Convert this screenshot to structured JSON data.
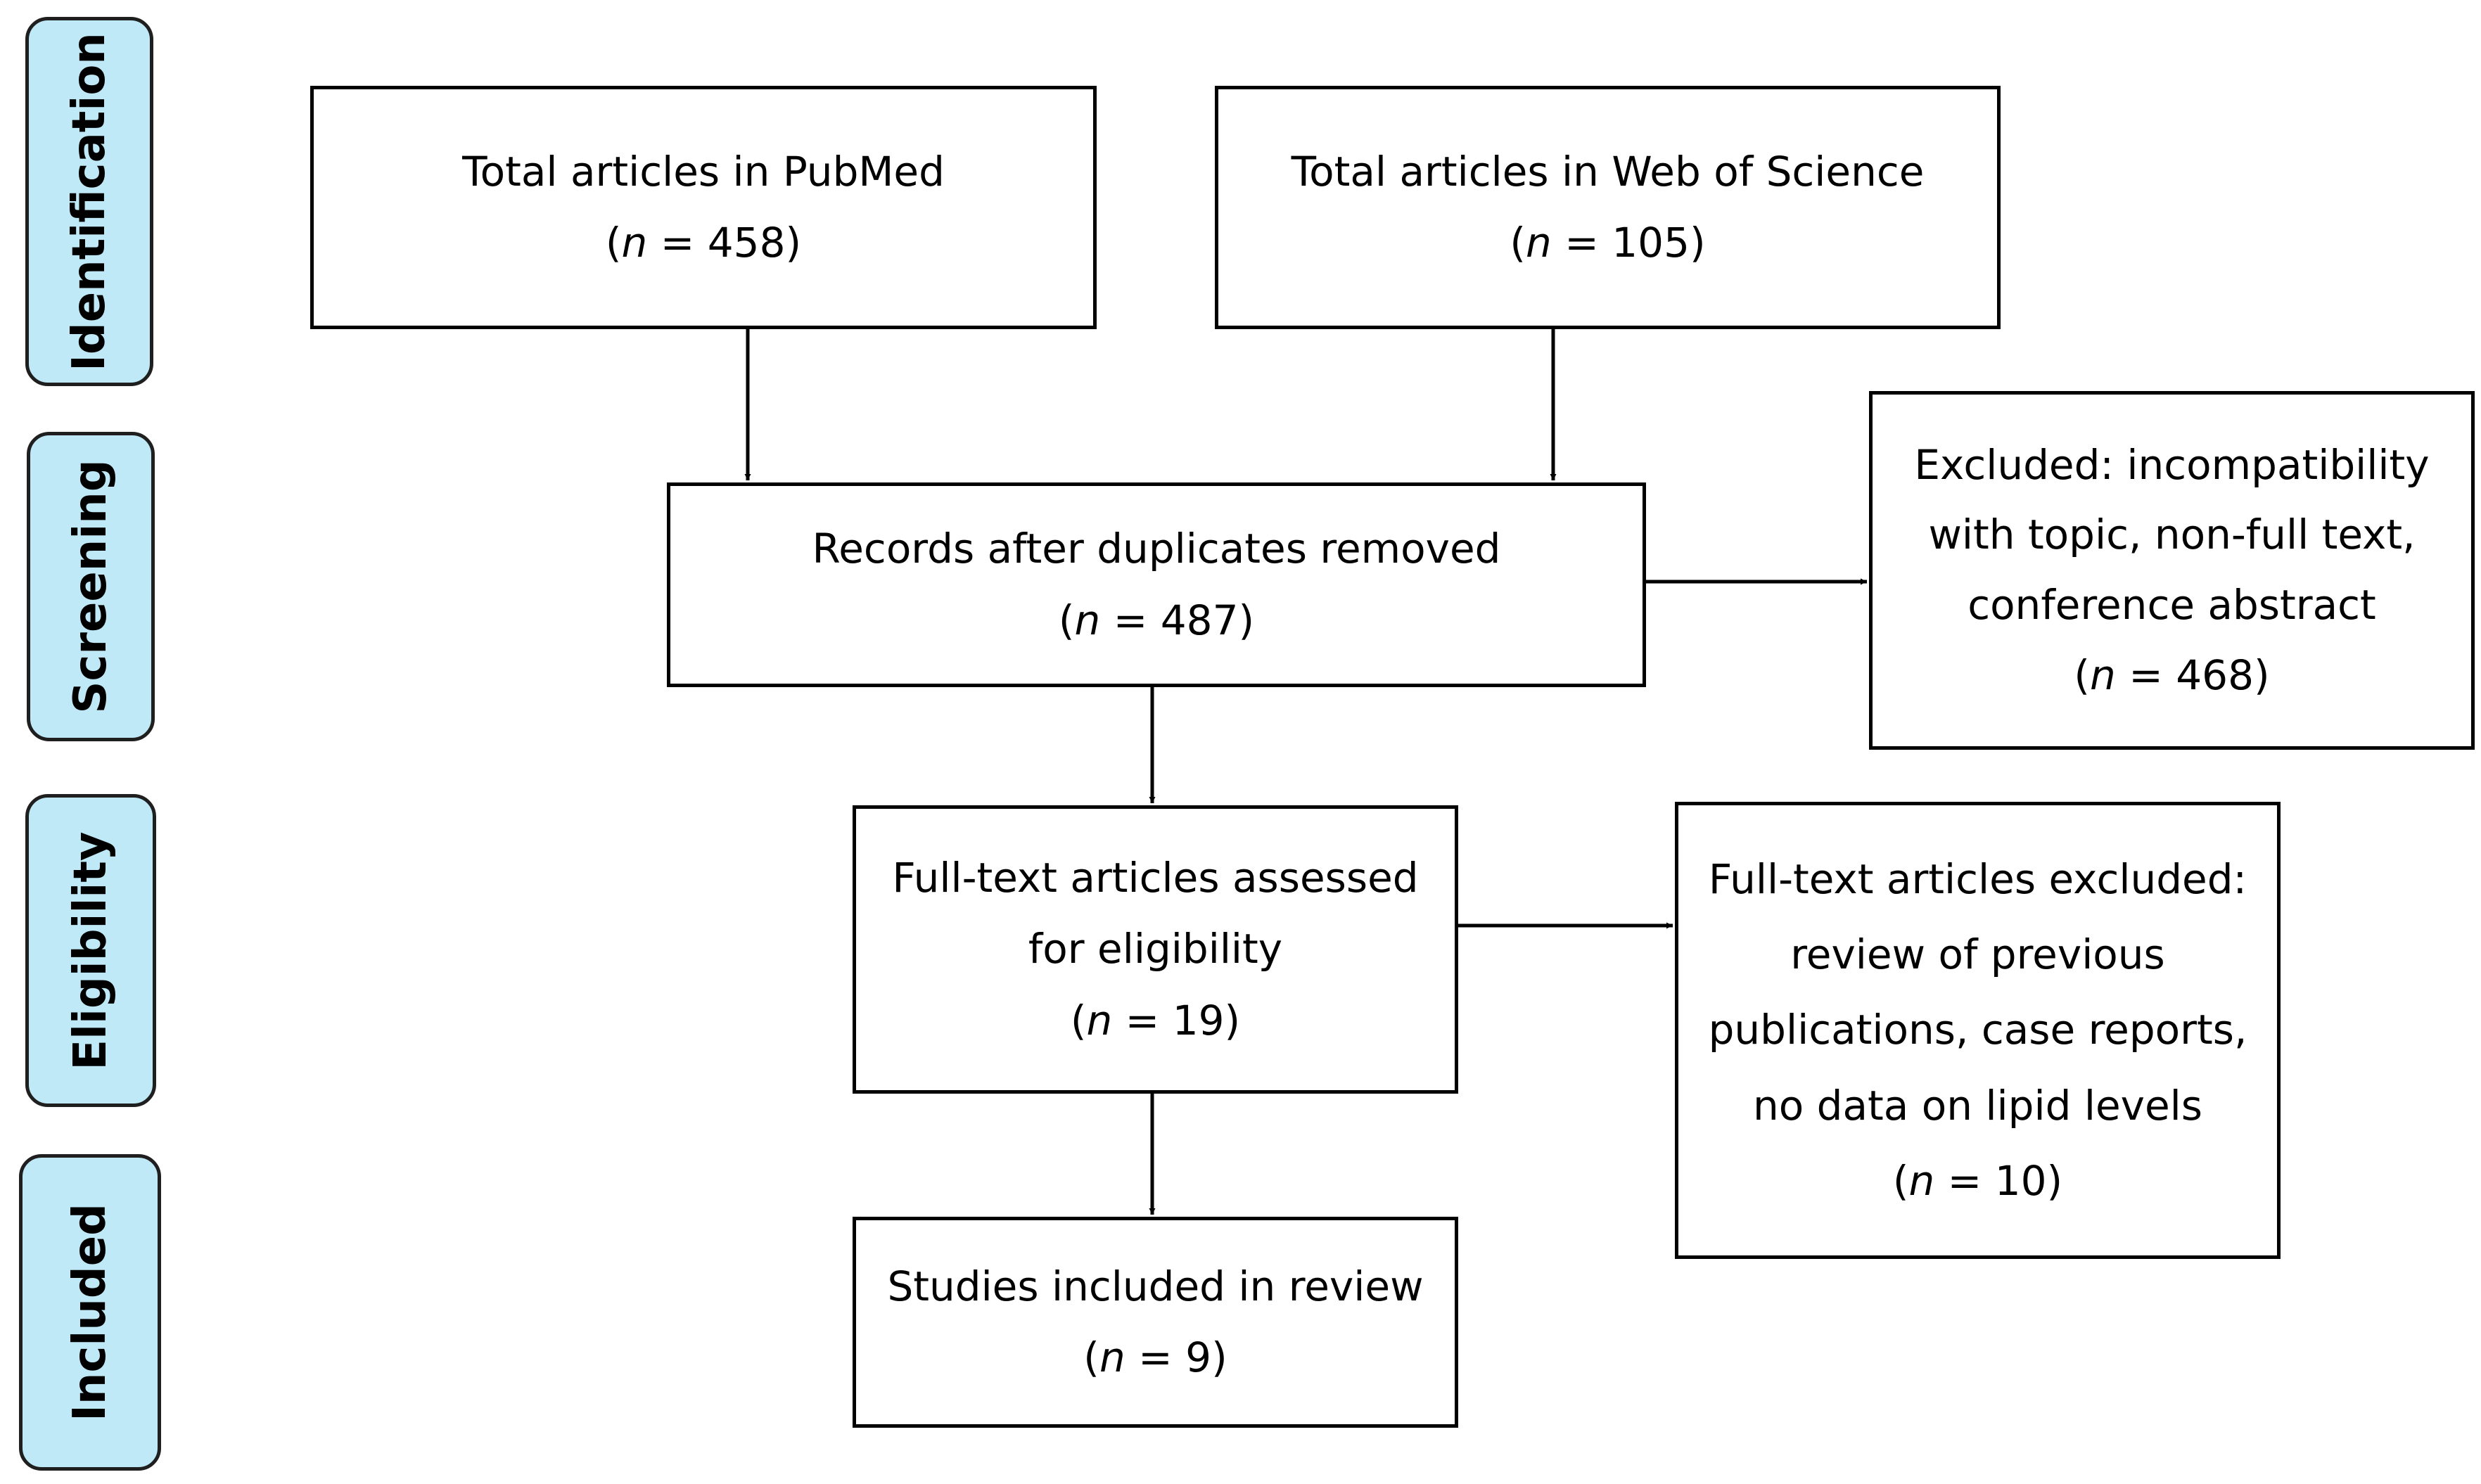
{
  "phases": {
    "identification": "Identification",
    "screening": "Screening",
    "eligibility": "Eligibility",
    "included": "Included"
  },
  "boxes": {
    "pubmed": {
      "lines": [
        "Total articles in PubMed"
      ],
      "n_prefix": "(",
      "n_var": "n",
      "n_suffix": " = 458)"
    },
    "wos": {
      "lines": [
        "Total articles in Web of Science"
      ],
      "n_prefix": "(",
      "n_var": "n",
      "n_suffix": " = 105)"
    },
    "records": {
      "lines": [
        "Records after duplicates removed"
      ],
      "n_prefix": "(",
      "n_var": "n",
      "n_suffix": " = 487)"
    },
    "excluded": {
      "lines": [
        "Excluded: incompatibility",
        "with topic, non-full text,",
        "conference abstract"
      ],
      "n_prefix": "(",
      "n_var": "n",
      "n_suffix": " = 468)"
    },
    "fulltext": {
      "lines": [
        "Full-text articles assessed",
        "for eligibility"
      ],
      "n_prefix": "(",
      "n_var": "n",
      "n_suffix": " = 19)"
    },
    "ft_excluded": {
      "lines": [
        "Full-text articles excluded:",
        "review of previous",
        "publications, case reports,",
        "no data on lipid levels"
      ],
      "n_prefix": "(",
      "n_var": "n",
      "n_suffix": " = 10)"
    },
    "included": {
      "lines": [
        "Studies included in review"
      ],
      "n_prefix": "(",
      "n_var": "n",
      "n_suffix": " = 9)"
    }
  }
}
